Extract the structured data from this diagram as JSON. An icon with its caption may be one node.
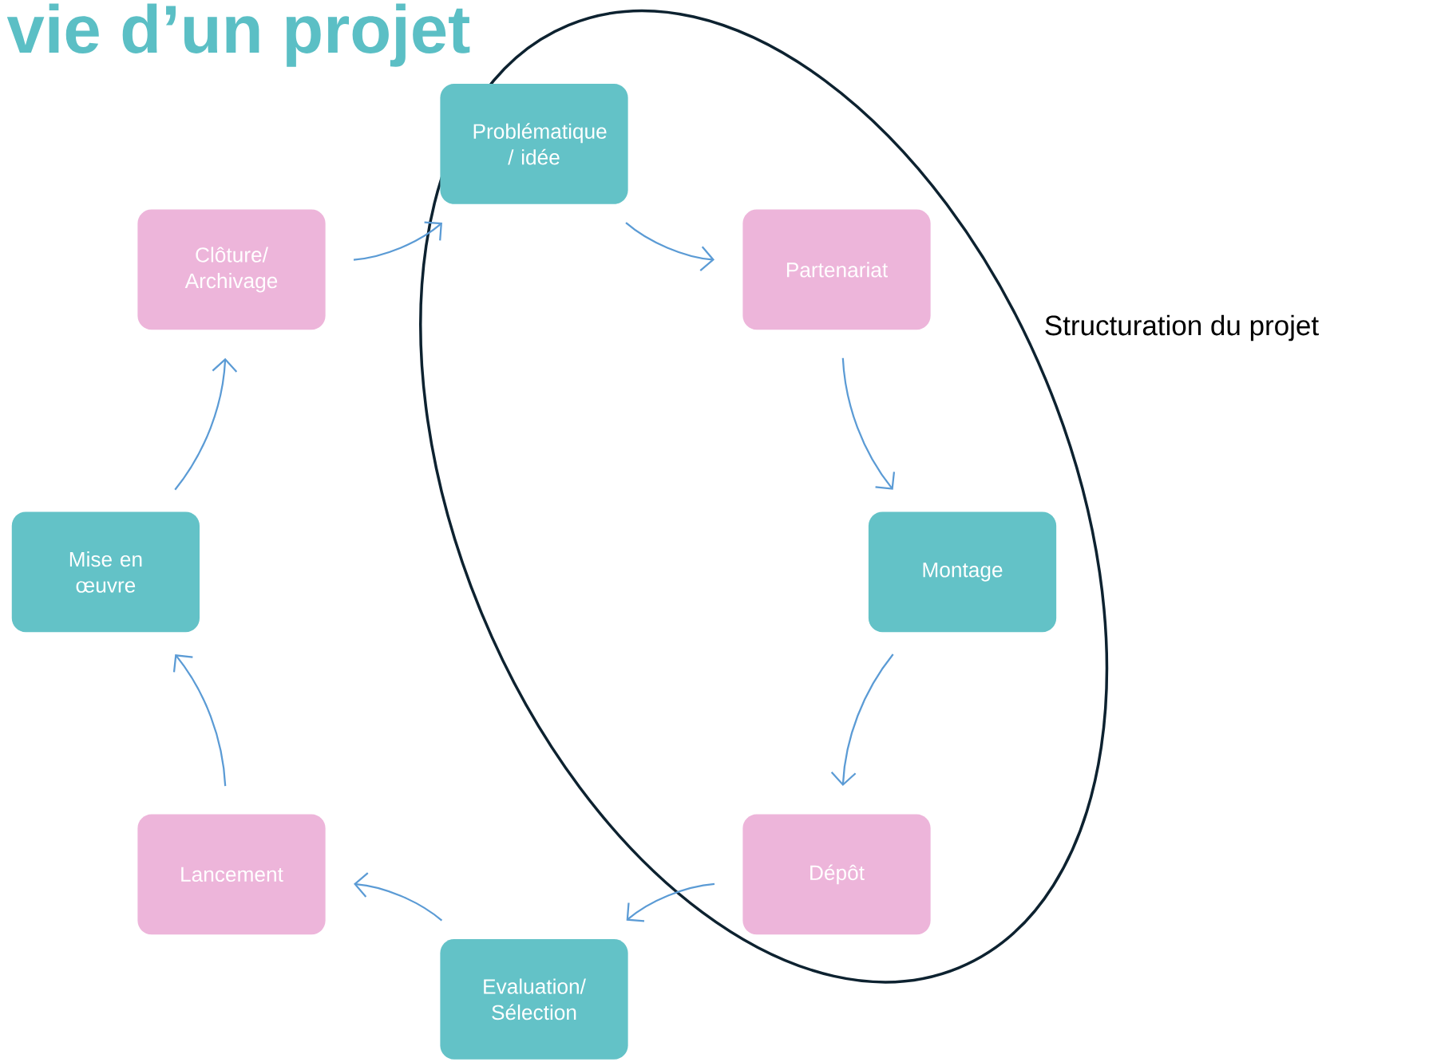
{
  "diagram": {
    "title": "vie d’un projet",
    "nodes": [
      {
        "text": [
          "Problématique / idée"
        ]
      },
      {
        "text": [
          "Partenariat"
        ]
      },
      {
        "text": [
          "Montage"
        ]
      },
      {
        "text": [
          "Dépôt"
        ]
      },
      {
        "text": [
          "Evaluation/ Sélection"
        ]
      },
      {
        "text": [
          "Lancement"
        ]
      },
      {
        "text": [
          "Mise en œuvre"
        ]
      },
      {
        "text": [
          "Clôture/ Archivage"
        ]
      }
    ],
    "edges": [
      {
        "from": 0,
        "to": 1,
        "arrow": "to"
      },
      {
        "from": 1,
        "to": 2,
        "arrow": "to"
      },
      {
        "from": 2,
        "to": 3,
        "arrow": "to"
      },
      {
        "from": 3,
        "to": 4,
        "arrow": "to"
      },
      {
        "from": 4,
        "to": 5,
        "arrow": "to"
      },
      {
        "from": 5,
        "to": 6,
        "arrow": "to"
      },
      {
        "from": 6,
        "to": 7,
        "arrow": "to"
      },
      {
        "from": 7,
        "to": 0,
        "arrow": "to"
      }
    ],
    "labels": [
      "Structuration du projet"
    ]
  }
}
